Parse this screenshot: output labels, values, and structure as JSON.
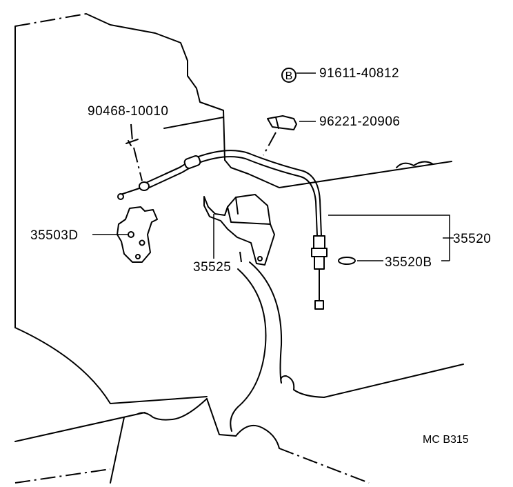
{
  "diagram": {
    "labels": {
      "p91611": "91611-40812",
      "p96221": "96221-20906",
      "p90468": "90468-10010",
      "p35503D": "35503D",
      "p35525": "35525",
      "p35520": "35520",
      "p35520B": "35520B",
      "figure_code": "MC B315",
      "b_marker": "B"
    }
  }
}
